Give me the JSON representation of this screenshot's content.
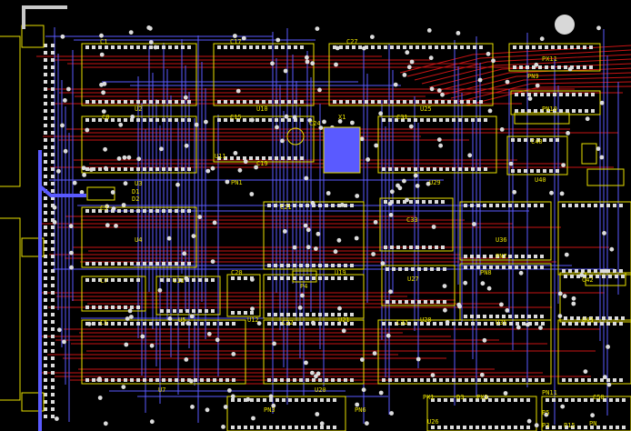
{
  "colors": {
    "background": "#000000",
    "trace_top": "#c81414",
    "trace_bottom": "#5a5aff",
    "outline": "#e8e000",
    "pad": "#dcdcdc",
    "highlight": "#5a5aff"
  },
  "labels": {
    "c1": "C1",
    "c17": "C17",
    "c27": "C27",
    "px11": "PX11",
    "pn9": "PN9",
    "u2": "U2",
    "u10": "U10",
    "u25": "U25",
    "pn10": "PN10",
    "c8": "C8",
    "c15": "C15",
    "c24": "C24",
    "x1": "X1",
    "c31": "C31",
    "u11": "U11",
    "c19": "C19",
    "c40": "C40",
    "u3": "U3",
    "pn1": "PN1",
    "u29": "U29",
    "u40": "U40",
    "d1": "D1",
    "d2": "D2",
    "c3": "C3",
    "u4": "U4",
    "c21": "C21",
    "c33": "C33",
    "u36": "U36",
    "pn7": "PN7",
    "pn8": "PN8",
    "c20": "C20",
    "u19": "U19",
    "p4": "P4",
    "c7": "C7",
    "c13": "C13",
    "u27": "U27",
    "c42": "C42",
    "c5": "C5",
    "u5": "U5",
    "u12": "U12",
    "c22": "C22",
    "u21": "U21",
    "c32": "C32",
    "u28": "U28",
    "u35": "U35",
    "u43": "U43",
    "u7": "U7",
    "u20": "U20",
    "px1": "PX1",
    "d3": "D3",
    "px3": "PX3",
    "pn11": "PN11",
    "c50": "C50",
    "pn3": "PN3",
    "pn6": "PN6",
    "p5": "P5",
    "p3": "P3",
    "p15": "P15",
    "pn": "PN",
    "u26": "U26"
  }
}
